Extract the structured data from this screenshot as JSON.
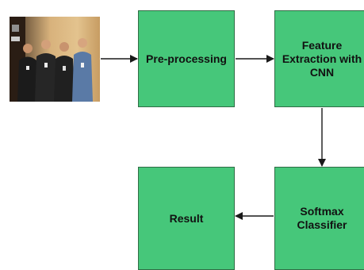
{
  "colors": {
    "box_fill": "#46c77a",
    "box_border": "#2f6d45",
    "arrow": "#1a1a1a",
    "background": "#ffffff"
  },
  "diagram": {
    "input_image": {
      "description_icon": "group-photo-icon"
    },
    "nodes": [
      {
        "id": "preprocessing",
        "label": "Pre-processing"
      },
      {
        "id": "feature_extraction",
        "label": "Feature\nExtraction with\nCNN"
      },
      {
        "id": "softmax",
        "label": "Softmax\nClassifier"
      },
      {
        "id": "result",
        "label": "Result"
      }
    ],
    "edges": [
      {
        "from": "input_image",
        "to": "preprocessing"
      },
      {
        "from": "preprocessing",
        "to": "feature_extraction"
      },
      {
        "from": "feature_extraction",
        "to": "softmax"
      },
      {
        "from": "softmax",
        "to": "result"
      }
    ]
  }
}
